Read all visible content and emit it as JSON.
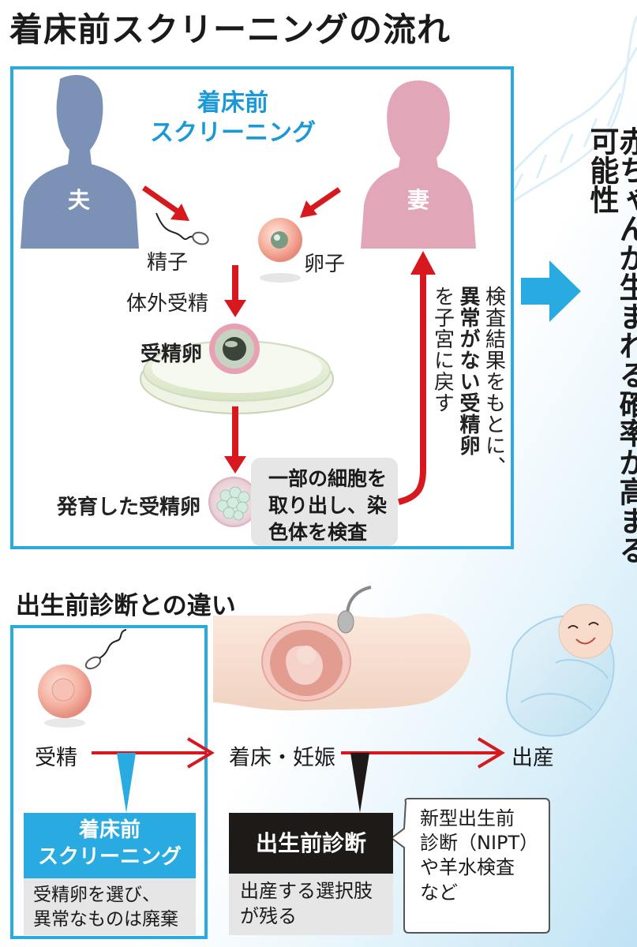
{
  "title": "着床前スクリーニングの流れ",
  "screening_label": [
    "着床前",
    "スクリーニング"
  ],
  "husband": "夫",
  "wife": "妻",
  "sperm": "精子",
  "egg": "卵子",
  "ivf": "体外受精",
  "fertilized_egg": "受精卵",
  "developed_egg": "発育した受精卵",
  "cell_test": [
    "一部の細胞を",
    "取り出し、染",
    "色体を検査"
  ],
  "return_text_1": "検査結果をもとに、",
  "return_text_2": "異常がない受精卵",
  "return_text_3": "を子宮に戻す",
  "result_text": "赤ちゃんが生まれる確率が高まる可能性",
  "sub_title": "出生前診断との違い",
  "flow": {
    "fertilization": "受精",
    "pregnancy": "着床・妊娠",
    "birth": "出産"
  },
  "screening_box": {
    "head": [
      "着床前",
      "スクリーニング"
    ],
    "body": [
      "受精卵を選び、",
      "異常なものは廃棄"
    ]
  },
  "prenatal_box": {
    "head": "出生前診断",
    "body": [
      "出産する選択肢",
      "が残る"
    ]
  },
  "speech": [
    "新型出生前",
    "診断（NIPT）",
    "や羊水検査",
    "など"
  ],
  "colors": {
    "accent_blue": "#29abe2",
    "arrow_red": "#d7181f",
    "husband_blue": "#7c91b6",
    "wife_pink": "#e2a6b9"
  }
}
